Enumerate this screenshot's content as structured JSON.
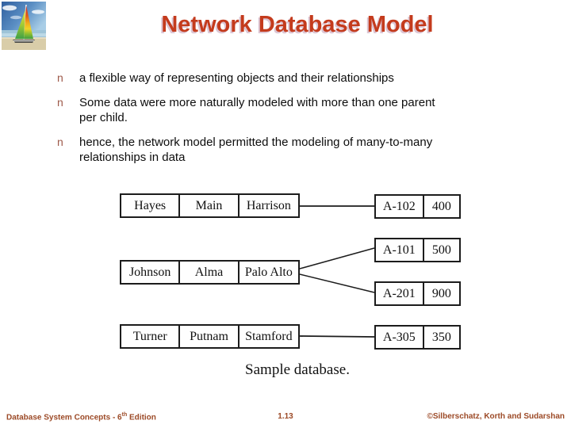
{
  "title": "Network Database Model",
  "logo": {
    "description": "sailboat-beach-photo"
  },
  "bullets": {
    "marker": "n",
    "items": [
      {
        "lines": [
          "a flexible way of representing objects and their relationships"
        ]
      },
      {
        "lines": [
          "Some data were more naturally modeled with more than one parent",
          "per child."
        ]
      },
      {
        "lines": [
          "hence, the network model permitted the modeling of many-to-many",
          "relationships in data"
        ]
      }
    ]
  },
  "diagram": {
    "caption": "Sample database.",
    "customers": [
      {
        "name": "Hayes",
        "street": "Main",
        "city": "Harrison"
      },
      {
        "name": "Johnson",
        "street": "Alma",
        "city": "Palo Alto"
      },
      {
        "name": "Turner",
        "street": "Putnam",
        "city": "Stamford"
      }
    ],
    "accounts": [
      {
        "number": "A-102",
        "balance": "400"
      },
      {
        "number": "A-101",
        "balance": "500"
      },
      {
        "number": "A-201",
        "balance": "900"
      },
      {
        "number": "A-305",
        "balance": "350"
      }
    ],
    "links": [
      {
        "from": "Harrison",
        "to": "A-102"
      },
      {
        "from": "Palo Alto",
        "to": "A-101"
      },
      {
        "from": "Palo Alto",
        "to": "A-201"
      },
      {
        "from": "Stamford",
        "to": "A-305"
      }
    ]
  },
  "footer": {
    "left_prefix": "Database System Concepts - 6",
    "left_sup": "th",
    "left_suffix": " Edition",
    "page": "1.13",
    "right": "©Silberschatz, Korth and Sudarshan"
  },
  "colors": {
    "title": "#c43b1d",
    "title_shadow": "#dcc6d4",
    "bullet_marker": "#9e5a4a",
    "footer_text": "#9c4a27",
    "diagram_line": "#1c1c1c"
  }
}
